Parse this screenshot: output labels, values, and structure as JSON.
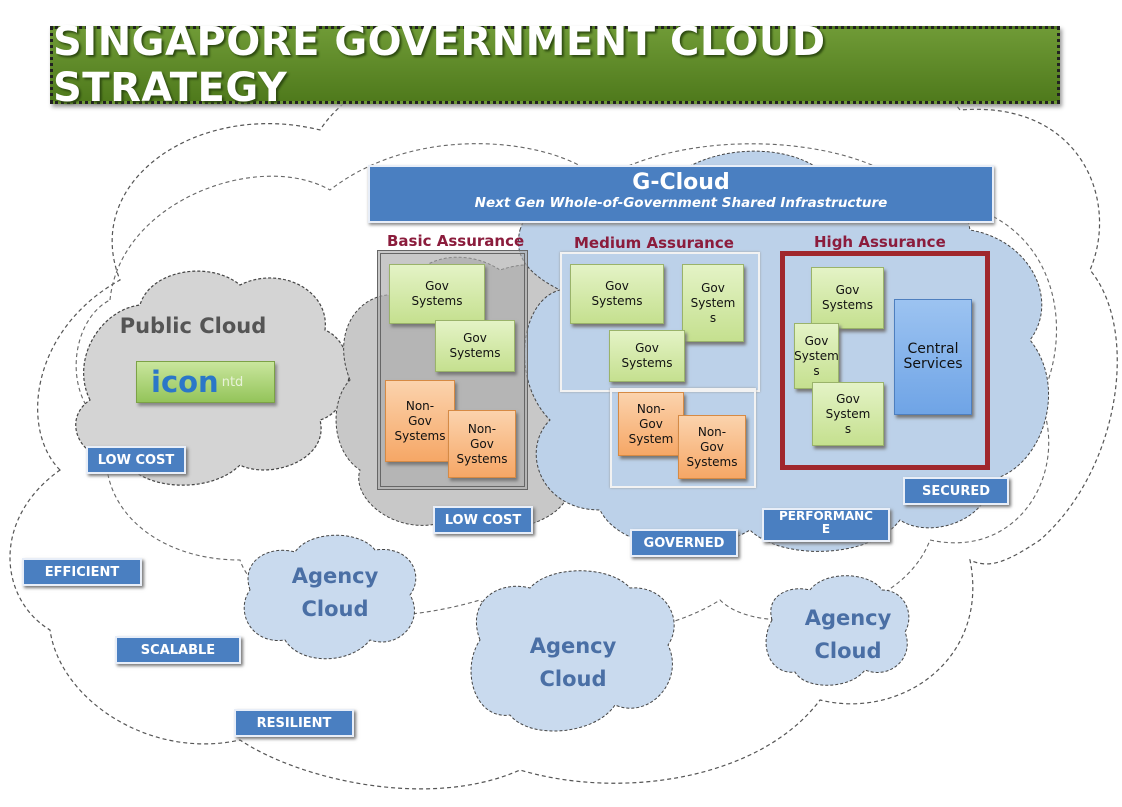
{
  "title": "SINGAPORE GOVERNMENT CLOUD STRATEGY",
  "gcloud": {
    "title": "G-Cloud",
    "subtitle": "Next Gen Whole-of-Government Shared Infrastructure"
  },
  "tiers": {
    "basic": {
      "label": "Basic Assurance",
      "tag": "LOW COST"
    },
    "medium": {
      "label": "Medium Assurance",
      "tag": "GOVERNED"
    },
    "high": {
      "label": "High Assurance",
      "tag": "SECURED"
    }
  },
  "systems": {
    "basic": [
      "Gov\nSystems",
      "Gov\nSystems",
      "Non-\nGov\nSystems",
      "Non-\nGov\nSystems"
    ],
    "medium": [
      "Gov\nSystems",
      "Gov\nSystem\ns",
      "Gov\nSystems",
      "Non-\nGov\nSystem",
      "Non-\nGov\nSystems"
    ],
    "high": [
      "Gov\nSystems",
      "Gov\nSystem\ns",
      "Gov\nSystem\ns"
    ],
    "central": "Central\nServices"
  },
  "performance_tag": "PERFORMANC\nE",
  "public_cloud": {
    "label": "Public Cloud",
    "tag": "LOW COST",
    "logo_text": "icon",
    "logo_sub": "ntd"
  },
  "agency_clouds": [
    "Agency\nCloud",
    "Agency\nCloud",
    "Agency\nCloud"
  ],
  "attributes": [
    "EFFICIENT",
    "SCALABLE",
    "RESILIENT"
  ],
  "colors": {
    "title_green": "#5b8a28",
    "blue_label": "#4a7fc1",
    "gov_green": "#d3eaa8",
    "nongov_orange": "#f8b87a",
    "high_border": "#a0272c",
    "tier_label": "#8b1c3c"
  }
}
